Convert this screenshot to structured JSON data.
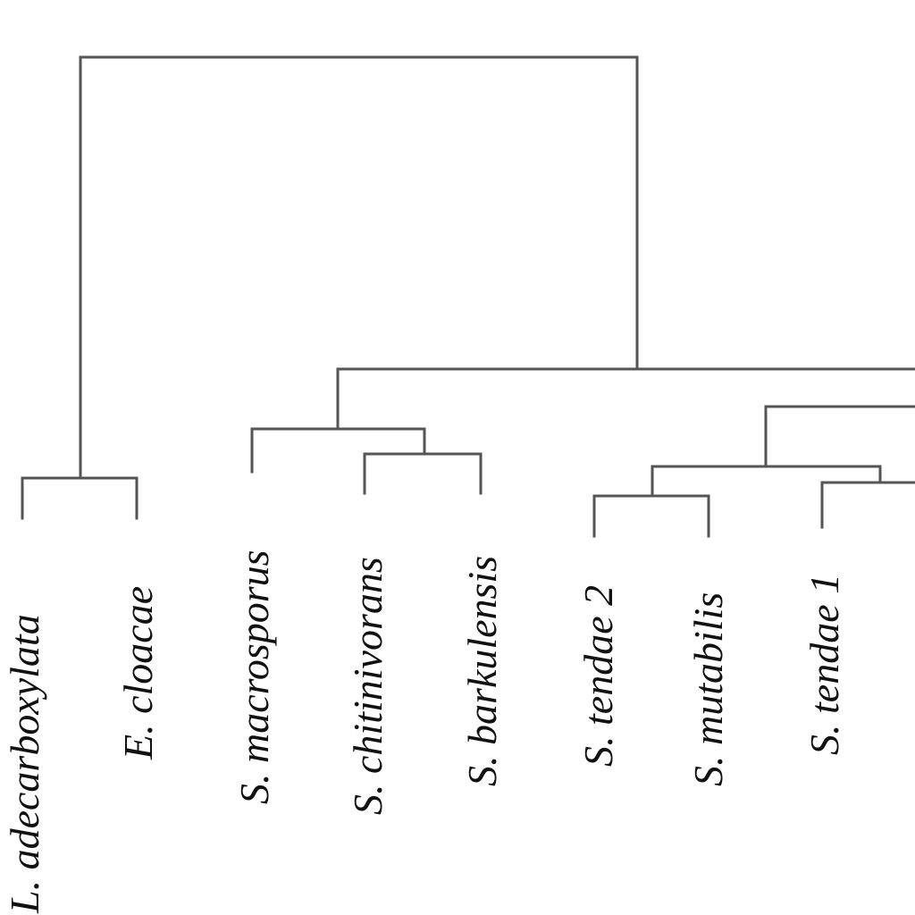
{
  "tree": {
    "leaves": [
      {
        "id": "l1",
        "label": "L. adecarboxylata"
      },
      {
        "id": "l2",
        "label": "E. cloacae"
      },
      {
        "id": "l3",
        "label": "S. macrosporus"
      },
      {
        "id": "l4",
        "label": "S. chitinivorans"
      },
      {
        "id": "l5",
        "label": "S. barkulensis"
      },
      {
        "id": "l6",
        "label": "S. tendae 2"
      },
      {
        "id": "l7",
        "label": "S. mutabilis"
      },
      {
        "id": "l8",
        "label": "S. tendae 1"
      }
    ]
  }
}
